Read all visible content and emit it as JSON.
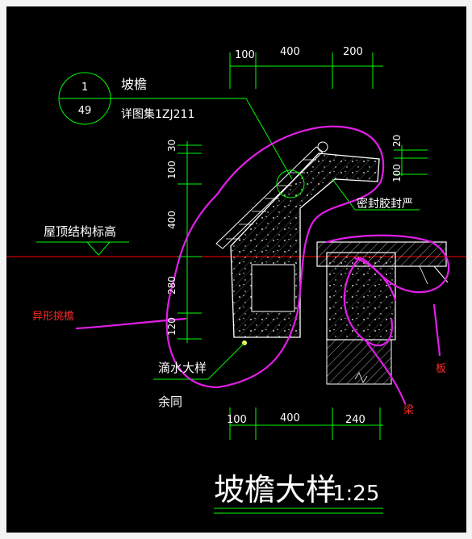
{
  "colors": {
    "background": "#000000",
    "frame": "#f3f3f3",
    "dimension_green": "#00ff00",
    "text": "#ffffff",
    "annotation_magenta": "#e21ee7",
    "annotation_red": "#ff2b2b",
    "axis_red": "#ff0000"
  },
  "callout": {
    "number": "1",
    "sheet": "49",
    "title": "坡檐",
    "reference": "详图集1ZJ211"
  },
  "top_dimensions": [
    "100",
    "400",
    "200"
  ],
  "right_dimensions": [
    "20",
    "100"
  ],
  "left_dimensions": [
    "30",
    "100",
    "400",
    "280",
    "120"
  ],
  "bottom_dimensions": [
    "100",
    "400",
    "240"
  ],
  "labels": {
    "roof_elevation": "屋顶结构标高",
    "sealant": "密封胶封严",
    "drip_detail_1": "滴水大样",
    "drip_detail_2": "余同"
  },
  "annotations": {
    "special_eave": "异形挑檐",
    "beam": "梁",
    "slab": "板"
  },
  "title": {
    "main": "坡檐大样",
    "scale": "1:25"
  }
}
